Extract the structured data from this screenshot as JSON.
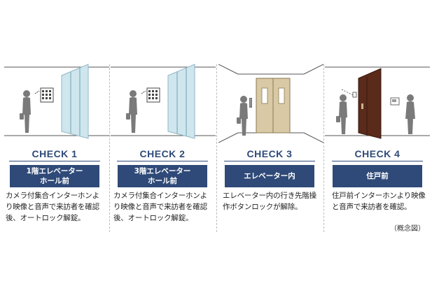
{
  "panels": [
    {
      "check": "CHECK 1",
      "badge": "1階エレベーター\nホール前",
      "description": "カメラ付集合インターホンより映像と音声で来訪者を確認後、オートロック解錠。"
    },
    {
      "check": "CHECK 2",
      "badge": "3階エレベーター\nホール前",
      "description": "カメラ付集合インターホンより映像と音声で来訪者を確認後、オートロック解錠。"
    },
    {
      "check": "CHECK 3",
      "badge": "エレベーター内",
      "description": "エレベーター内の行き先階操作ボタンロックが解除。"
    },
    {
      "check": "CHECK 4",
      "badge": "住戸前",
      "description": "住戸前インターホンより映像と音声で来訪者を確認。"
    }
  ],
  "note": "（概念図）",
  "colors": {
    "accent": "#2f4a78",
    "glass": "#cfe6ee",
    "door": "#5a2a1a",
    "elevator_door": "#d9c9a4",
    "figure": "#7a7a7a"
  }
}
